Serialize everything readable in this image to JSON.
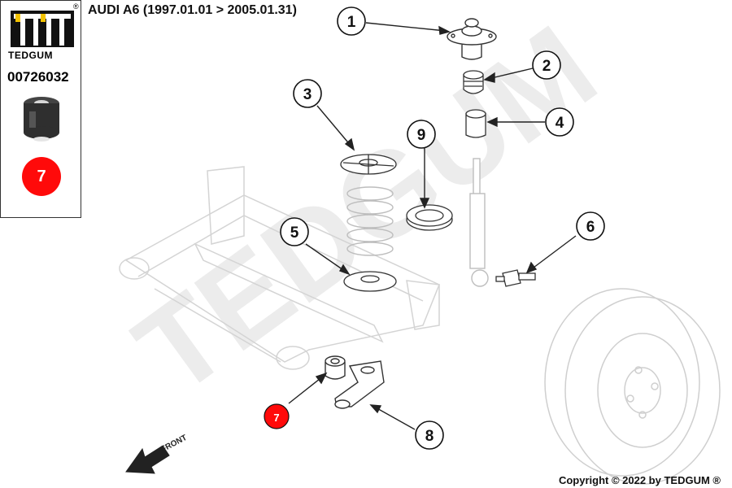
{
  "header": {
    "brand_name": "TEDGUM",
    "registered_mark": "®",
    "part_number": "00726032",
    "vehicle_title": "AUDI A6 (1997.01.01 > 2005.01.31)"
  },
  "highlight_callout": "7",
  "callouts": [
    "1",
    "2",
    "3",
    "4",
    "5",
    "6",
    "7",
    "8",
    "9"
  ],
  "watermark": "TEDGUM",
  "front_label": "FRONT",
  "footer": {
    "copyright": "Copyright © 2022 by TEDGUM ®"
  },
  "colors": {
    "highlight": "#ff0a0a",
    "line": "#222222",
    "watermark": "#ececec",
    "faint": "#d4d4d4"
  }
}
